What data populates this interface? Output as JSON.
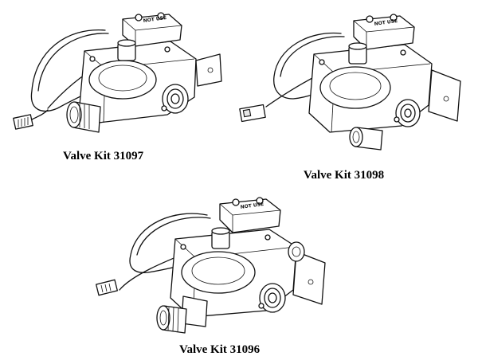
{
  "figures": [
    {
      "id": "kit-a",
      "caption": "Valve Kit 31097",
      "stamp": "NOT USE"
    },
    {
      "id": "kit-b",
      "caption": "Valve Kit 31098",
      "stamp": "NOT USE"
    },
    {
      "id": "kit-c",
      "caption": "Valve Kit 31096",
      "stamp": "NOT USE"
    }
  ]
}
